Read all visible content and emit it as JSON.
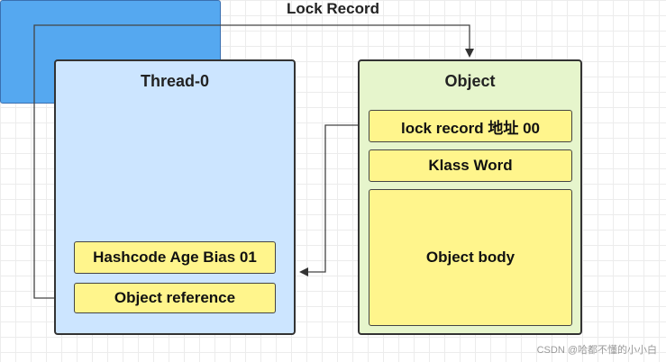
{
  "thread": {
    "title": "Thread-0",
    "lock_record": {
      "title": "Lock Record",
      "hashcode_row": "Hashcode Age Bias 01",
      "object_reference": "Object reference"
    }
  },
  "object": {
    "title": "Object",
    "lock_record_address": "lock record 地址 00",
    "klass_word": "Klass Word",
    "body": "Object body"
  },
  "watermark": "CSDN @哈都不懂的小小白"
}
